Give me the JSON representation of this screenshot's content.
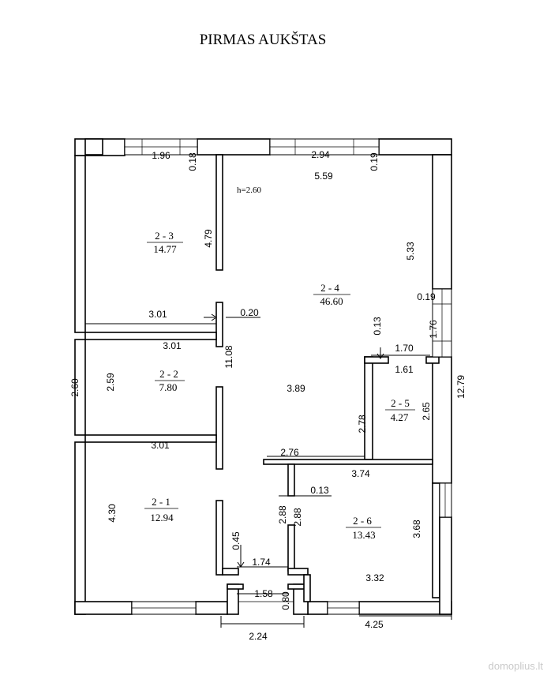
{
  "title": "PIRMAS AUKŠTAS",
  "height_note": "h=2.60",
  "rooms": [
    {
      "id": "2 - 3",
      "area": "14.77"
    },
    {
      "id": "2 - 2",
      "area": "7.80"
    },
    {
      "id": "2 - 1",
      "area": "12.94"
    },
    {
      "id": "2 - 4",
      "area": "46.60"
    },
    {
      "id": "2 - 5",
      "area": "4.27"
    },
    {
      "id": "2 - 6",
      "area": "13.43"
    }
  ],
  "dimensions": [
    "1.96",
    "0.18",
    "2.94",
    "5.59",
    "0.19",
    "4.79",
    "5.33",
    "0.19",
    "3.01",
    "0.20",
    "1.76",
    "0.13",
    "1.70",
    "1.61",
    "12.79",
    "3.01",
    "11.08",
    "2.60",
    "2.59",
    "3.89",
    "2.65",
    "2.78",
    "3.01",
    "2.76",
    "3.74",
    "0.13",
    "2.88",
    "2.88",
    "4.30",
    "3.68",
    "0.45",
    "1.74",
    "3.32",
    "1.58",
    "0.80",
    "2.24",
    "4.25"
  ],
  "watermark": "domoplius.lt"
}
